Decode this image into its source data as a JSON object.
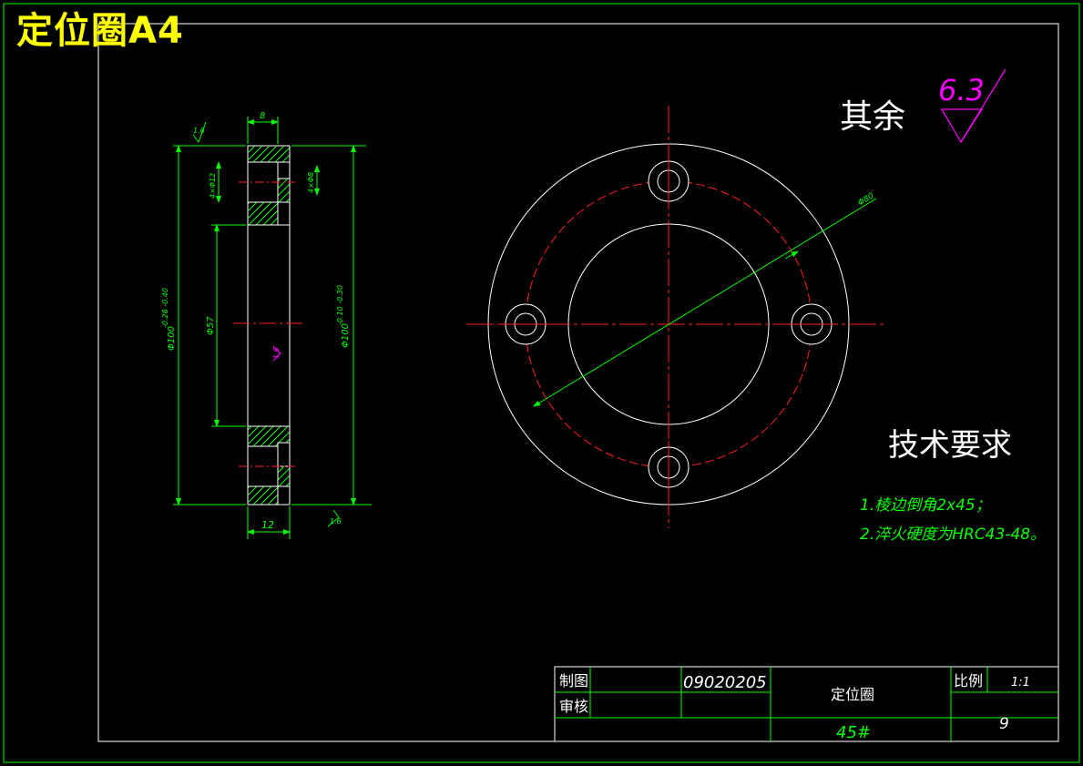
{
  "drawing": {
    "header_title": "定位圈A4",
    "colors": {
      "background": "#000000",
      "frame": "#00ff00",
      "outline": "#ffffff",
      "dimension": "#00ff00",
      "centerline": "#ff2020",
      "roughness": "#ff00ff",
      "title": "#ffff00"
    }
  },
  "section_view": {
    "dim_width_top": "8",
    "dim_width_bottom": "12",
    "dim_hole_a": "4×Φ12",
    "dim_hole_b": "4×Φ8",
    "dim_od_left": "Φ100",
    "dim_od_left_tol": "-0.28 -0.40",
    "dim_od_right": "Φ100",
    "dim_od_right_tol": "-0.10 -0.30",
    "dim_id": "Φ57",
    "roughness_top": "1.6",
    "roughness_mid": "1.6",
    "roughness_bottom": "1.6"
  },
  "plan_view": {
    "pitch_diameter": "Φ80"
  },
  "surface_note": {
    "label": "其余",
    "value": "6.3"
  },
  "tech_requirements": {
    "heading": "技术要求",
    "items": [
      "1.棱边倒角2x45；",
      "2.淬火硬度为HRC43-48。"
    ]
  },
  "title_block": {
    "drawn_label": "制图",
    "checked_label": "审核",
    "drawing_no": "09020205",
    "part_name": "定位圈",
    "scale_label": "比例",
    "scale_value": "1:1",
    "material": "45#",
    "sheet": "9"
  }
}
